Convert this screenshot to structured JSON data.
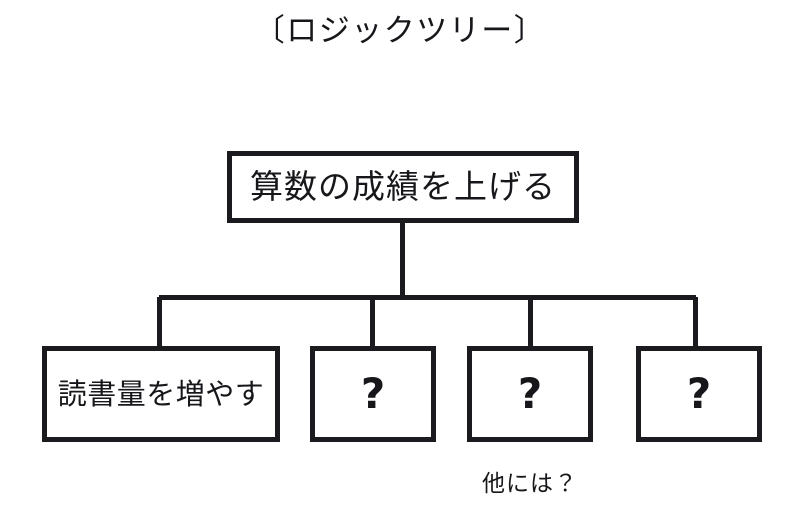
{
  "diagram": {
    "title": "〔ロジックツリー〕",
    "type": "logic-tree",
    "background_color": "#ffffff",
    "line_color": "#1b1b1f",
    "text_color": "#17171b",
    "root": {
      "id": "root",
      "label": "算数の成績を上げる"
    },
    "children": [
      {
        "id": "child-1",
        "label": "読書量を増やす",
        "kind": "filled"
      },
      {
        "id": "child-2",
        "label": "?",
        "kind": "placeholder"
      },
      {
        "id": "child-3",
        "label": "?",
        "kind": "placeholder"
      },
      {
        "id": "child-4",
        "label": "?",
        "kind": "placeholder"
      }
    ],
    "annotation": "他には？"
  }
}
